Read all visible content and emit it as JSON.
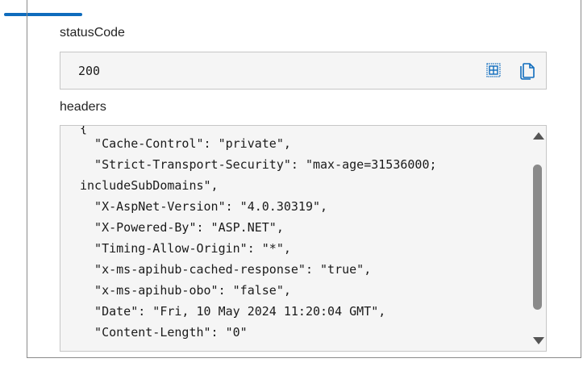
{
  "status": {
    "label": "statusCode",
    "value": "200"
  },
  "headers": {
    "label": "headers",
    "top_clip": "{",
    "lines": [
      "  \"Cache-Control\": \"private\",",
      "  \"Strict-Transport-Security\": \"max-age=31536000;",
      "includeSubDomains\",",
      "  \"X-AspNet-Version\": \"4.0.30319\",",
      "  \"X-Powered-By\": \"ASP.NET\",",
      "  \"Timing-Allow-Origin\": \"*\",",
      "  \"x-ms-apihub-cached-response\": \"true\",",
      "  \"x-ms-apihub-obo\": \"false\",",
      "  \"Date\": \"Fri, 10 May 2024 11:20:04 GMT\",",
      "  \"Content-Length\": \"0\""
    ]
  },
  "icons": {
    "grid": "grid-view-icon",
    "copy": "copy-icon"
  },
  "colors": {
    "accent": "#0f6cbd",
    "field_bg": "#f5f5f5",
    "border": "#c6c6c6"
  }
}
